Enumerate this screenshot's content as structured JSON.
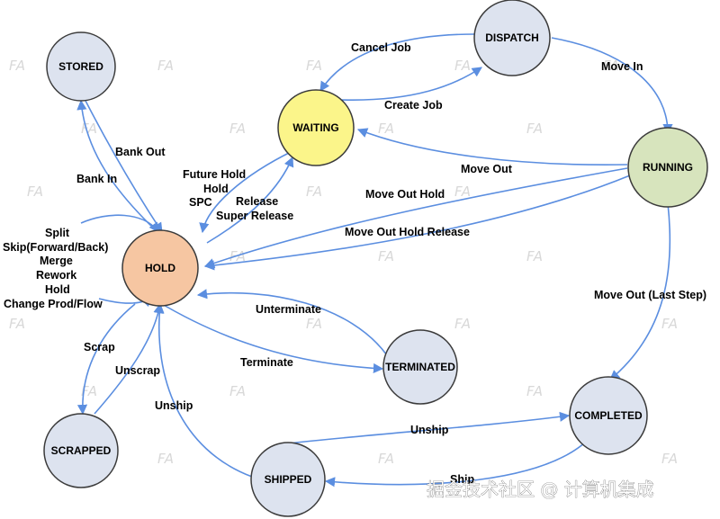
{
  "colors": {
    "edge": "#5b8ee0",
    "node_fill": "#dde3ef",
    "node_stroke": "#3b3b3b",
    "waiting_fill": "#fbf58a",
    "hold_fill": "#f6c6a2",
    "running_fill": "#d7e4bd"
  },
  "watermark": {
    "text": "FA"
  },
  "footer": {
    "text": "掘金技术社区 @ 计算机集成"
  },
  "states": {
    "stored": "STORED",
    "dispatch": "DISPATCH",
    "waiting": "WAITING",
    "running": "RUNNING",
    "hold": "HOLD",
    "terminated": "TERMINATED",
    "completed": "COMPLETED",
    "scrapped": "SCRAPPED",
    "shipped": "SHIPPED"
  },
  "transitions": {
    "cancel_job": "Cancel Job",
    "create_job": "Create Job",
    "move_in": "Move In",
    "bank_out": "Bank Out",
    "bank_in": "Bank In",
    "future_hold": "Future Hold",
    "hold": "Hold",
    "spc": "SPC",
    "release": "Release",
    "super_release": "Super Release",
    "move_out": "Move Out",
    "move_out_hold": "Move Out Hold",
    "move_out_hold_release": "Move Out Hold Release",
    "split": "Split",
    "skip": "Skip(Forward/Back)",
    "merge": "Merge",
    "rework": "Rework",
    "hold_self": "Hold",
    "change_prod_flow": "Change Prod/Flow",
    "unterminate": "Unterminate",
    "terminate": "Terminate",
    "scrap": "Scrap",
    "unscrap": "Unscrap",
    "unship": "Unship",
    "move_out_last_step": "Move Out (Last Step)",
    "unship_completed": "Unship",
    "ship": "Ship"
  }
}
